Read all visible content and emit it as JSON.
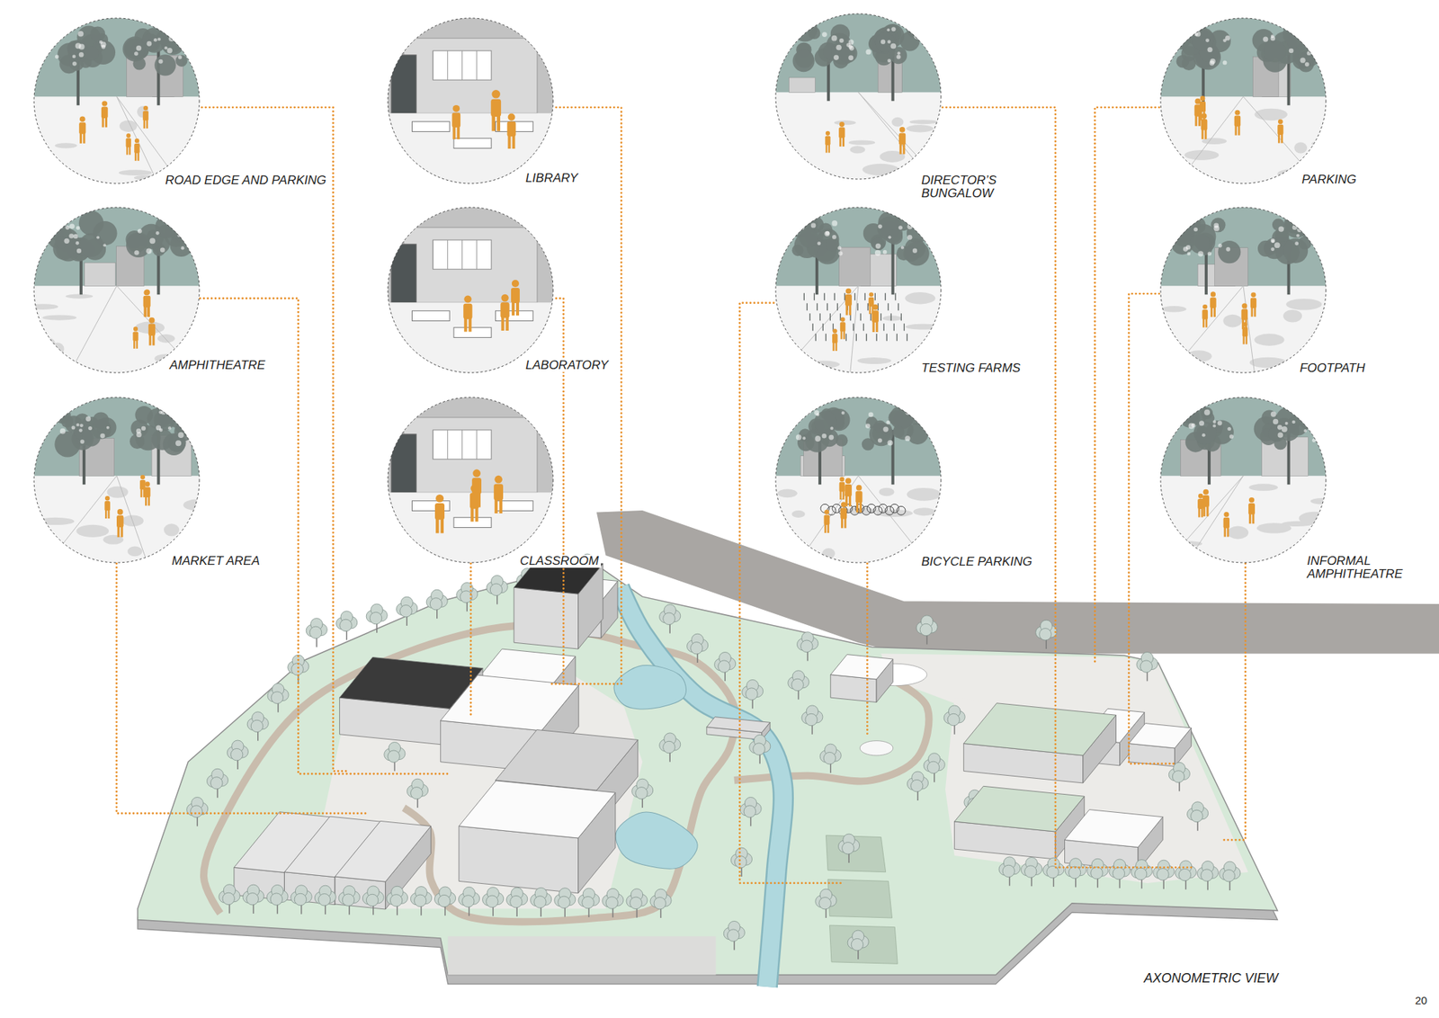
{
  "diagram": {
    "caption": "AXONOMETRIC VIEW",
    "nodes": [
      {
        "text": [
          "ROAD EDGE AND PARKING"
        ]
      },
      {
        "text": [
          "LIBRARY"
        ]
      },
      {
        "text": [
          "DIRECTOR’S BUNGALOW"
        ]
      },
      {
        "text": [
          "PARKING"
        ]
      },
      {
        "text": [
          "AMPHITHEATRE"
        ]
      },
      {
        "text": [
          "LABORATORY"
        ]
      },
      {
        "text": [
          "TESTING FARMS"
        ]
      },
      {
        "text": [
          "FOOTPATH"
        ]
      },
      {
        "text": [
          "MARKET AREA"
        ]
      },
      {
        "text": [
          "CLASSROOM"
        ]
      },
      {
        "text": [
          "BICYCLE PARKING"
        ]
      },
      {
        "text": [
          "INFORMAL AMPHITHEATRE"
        ]
      }
    ],
    "labels": [
      "20"
    ]
  }
}
